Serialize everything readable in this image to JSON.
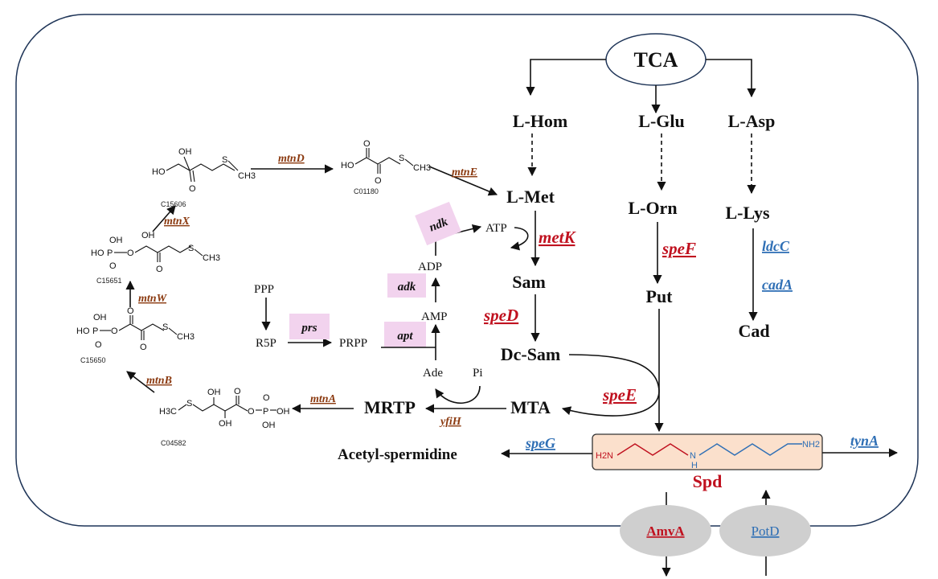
{
  "metabolites": {
    "tca": "TCA",
    "l_hom": "L-Hom",
    "l_glu": "L-Glu",
    "l_asp": "L-Asp",
    "l_met": "L-Met",
    "l_orn": "L-Orn",
    "l_lys": "L-Lys",
    "sam": "Sam",
    "put": "Put",
    "cad": "Cad",
    "dc_sam": "Dc-Sam",
    "mta": "MTA",
    "mrtp": "MRTP",
    "acetyl_spermidine": "Acetyl-spermidine",
    "spd": "Spd",
    "atp": "ATP",
    "adp": "ADP",
    "amp": "AMP",
    "ade": "Ade",
    "pi": "Pi",
    "ppp": "PPP",
    "r5p": "R5P",
    "prpp": "PRPP"
  },
  "enzymes": {
    "metK": "metK",
    "speD": "speD",
    "speE": "speE",
    "speF": "speF",
    "ldcC": "ldcC",
    "cadA": "cadA",
    "speG": "speG",
    "tynA": "tynA",
    "mtnD": "mtnD",
    "mtnE": "mtnE",
    "mtnX": "mtnX",
    "mtnW": "mtnW",
    "mtnB": "mtnB",
    "mtnA": "mtnA",
    "yfiH": "yfiH",
    "ndk": "ndk",
    "adk": "adk",
    "prs": "prs",
    "apt": "apt"
  },
  "transporters": {
    "amva": "AmvA",
    "potd": "PotD"
  },
  "compound_ids": {
    "c15606": "C15606",
    "c01180": "C01180",
    "c15651": "C15651",
    "c15650": "C15650",
    "c04582": "C04582"
  },
  "chem_labels": {
    "oh": "OH",
    "ho": "HO",
    "o": "O",
    "s": "S",
    "ch3": "CH3",
    "p": "P",
    "h3c": "H3C",
    "h2n": "H2N",
    "nh2": "NH2",
    "n": "N",
    "h": "H"
  },
  "colors": {
    "red": "#c0111f",
    "brown": "#8b3a10",
    "blue": "#2f6fb5",
    "pink_box": "#f2d3ee",
    "spd_box": "#fbe0cc",
    "transporter": "#cfcfcf"
  }
}
